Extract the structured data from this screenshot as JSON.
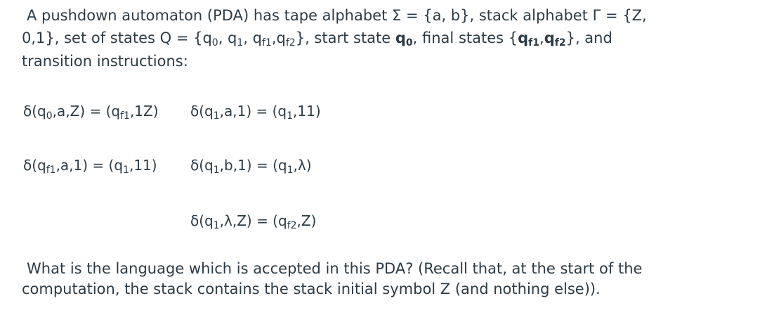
{
  "intro": {
    "l1a": "A pushdown automaton (PDA) has tape alphabet Σ = {a, b}, stack alphabet Γ = {Z,",
    "l2a": "0,1}, set of states Q = {q",
    "l2s0": "0",
    "l2b": ", q",
    "l2s1": "1",
    "l2c": ", q",
    "l2s2": "f1",
    "l2d": ",q",
    "l2s3": "f2",
    "l2e": "}, start state ",
    "l2bold": "q",
    "l2s4": "0",
    "l2f": ", final states {",
    "l2bold2": "q",
    "l2s5": "f1",
    "l2g": ",",
    "l2bold3": "q",
    "l2s6": "f2",
    "l2h": "}, and",
    "l3": "transition instructions:"
  },
  "transitions": {
    "t1": {
      "a": "δ(q",
      "s1": "0",
      "b": ",a,Z) = (q",
      "s2": "f1",
      "c": ",1Z)"
    },
    "t2": {
      "a": "δ(q",
      "s1": "1",
      "b": ",a,1) = (q",
      "s2": "1",
      "c": ",11)"
    },
    "t3": {
      "a": "δ(q",
      "s1": "f1",
      "b": ",a,1) = (q",
      "s2": "1",
      "c": ",11)"
    },
    "t4": {
      "a": "δ(q",
      "s1": "1",
      "b": ",b,1) = (q",
      "s2": "1",
      "c": ",λ)"
    },
    "t5": {
      "a": "δ(q",
      "s1": "1",
      "b": ",λ,Z) = (q",
      "s2": "f2",
      "c": ",Z)"
    }
  },
  "question": {
    "l1": "What is the language which is accepted in this PDA? (Recall that, at the start of the",
    "l2": "computation, the stack contains the stack initial symbol Z (and nothing else))."
  }
}
